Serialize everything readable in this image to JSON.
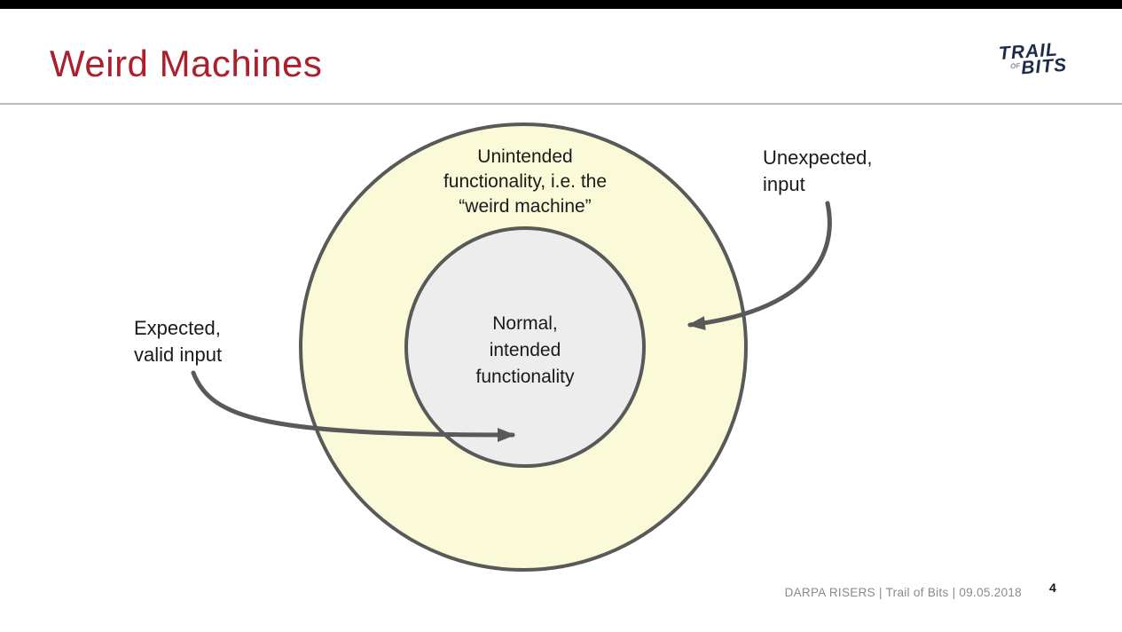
{
  "slide": {
    "background": "#FFFFFF",
    "letterbox_color": "#000000"
  },
  "header": {
    "title": "Weird Machines",
    "title_color": "#AC1F2D",
    "divider_color": "#BBBBBB"
  },
  "logo": {
    "trail": "TRAIL",
    "of": "OF",
    "bits": "BITS",
    "color": "#1E2A4A"
  },
  "diagram": {
    "outer_circle": {
      "fill": "#FAFAD8",
      "stroke": "#595959",
      "label_lines": [
        "Unintended",
        "functionality, i.e. the",
        "“weird machine”"
      ]
    },
    "inner_circle": {
      "fill": "#EDEDED",
      "stroke": "#595959",
      "label_lines": [
        "Normal,",
        "intended",
        "functionality"
      ]
    },
    "annotations": {
      "expected": {
        "lines": [
          "Expected,",
          "valid input"
        ]
      },
      "unexpected": {
        "lines": [
          "Unexpected,",
          "input"
        ]
      }
    },
    "arrow_color": "#595959",
    "label_color": "#1A1A1A"
  },
  "footer": {
    "text": "DARPA RISERS | Trail of Bits | 09.05.2018",
    "page_number": "4",
    "text_color": "#8A8A8A"
  }
}
